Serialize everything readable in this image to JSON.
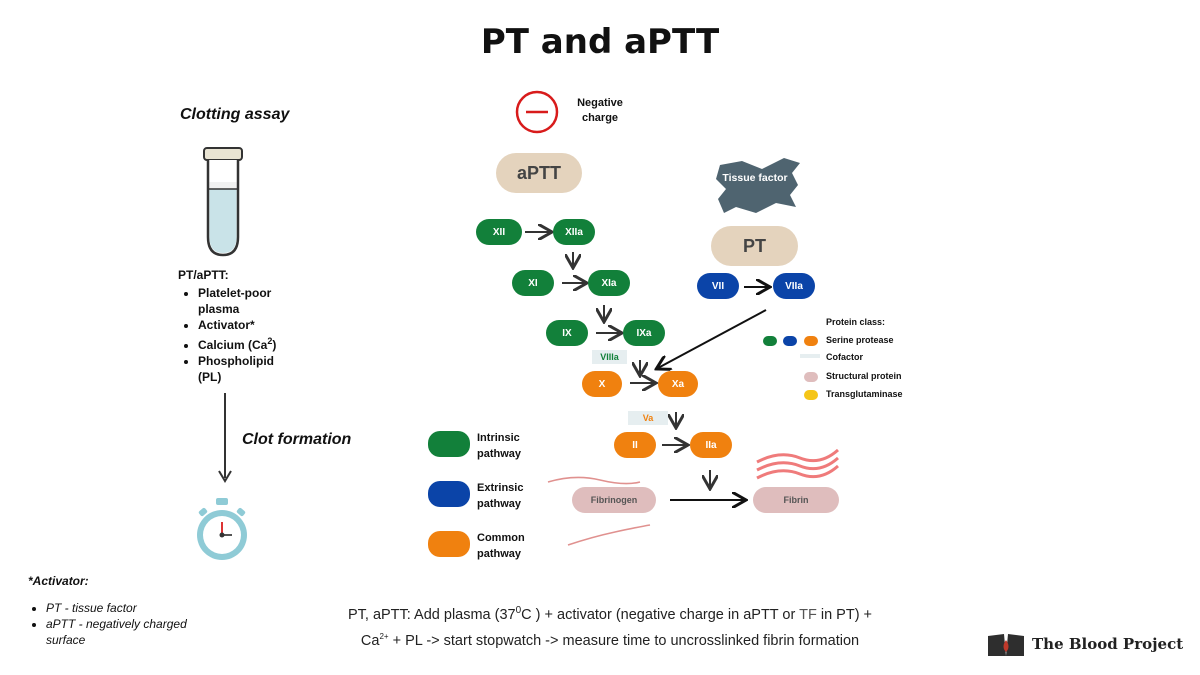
{
  "title": "PT and aPTT",
  "left": {
    "assay_title": "Clotting assay",
    "requirements_title": "PT/aPTT:",
    "requirements": [
      "Platelet-poor plasma",
      "Activator*",
      "Calcium (Ca",
      "Phospholipid (PL)"
    ],
    "calcium_sup": "2",
    "calcium_close": ")",
    "clot_label": "Clot formation"
  },
  "activator_note": {
    "title": "*Activator:",
    "items": [
      "PT - tissue factor",
      "aPTT - negatively charged surface"
    ]
  },
  "diagram": {
    "negative_charge": "Negative charge",
    "aptt": "aPTT",
    "pt": "PT",
    "tissue_factor": "Tissue factor",
    "factors": {
      "xii": "XII",
      "xiia": "XIIa",
      "xi": "XI",
      "xia": "XIa",
      "ix": "IX",
      "ixa": "IXa",
      "viiia": "VIIIa",
      "x": "X",
      "xa": "Xa",
      "va": "Va",
      "ii": "II",
      "iia": "IIa",
      "vii": "VII",
      "viia": "VIIa",
      "fibrinogen": "Fibrinogen",
      "fibrin": "Fibrin"
    }
  },
  "pathway_legend": [
    {
      "label": "Intrinsic pathway",
      "color": "#12803a"
    },
    {
      "label": "Extrinsic pathway",
      "color": "#0b44a8"
    },
    {
      "label": "Common pathway",
      "color": "#f0810f"
    }
  ],
  "protein_class": {
    "title": "Protein class:",
    "serine_protease": "Serine protease",
    "cofactor": "Cofactor",
    "structural": "Structural protein",
    "transglutaminase": "Transglutaminase"
  },
  "footer": {
    "line1_a": "PT, aPTT: Add plasma (37",
    "line1_sup": "0",
    "line1_b": "C ) + activator (negative charge in aPTT or",
    "line1_tf": "TF",
    "line1_c": "in PT) +",
    "line2_ca": "Ca",
    "line2_sup": "2+",
    "line2_rest": "+ PL -> start stopwatch -> measure time to uncrosslinked fibrin formation"
  },
  "brand": "The Blood Project",
  "colors": {
    "intrinsic": "#12803a",
    "extrinsic": "#0b44a8",
    "common": "#f0810f",
    "structural": "#dfbdbd",
    "cofactor": "#e6eef0",
    "transglutaminase": "#f5c518",
    "negative_charge": "#d81b1b",
    "tissue_factor": "#4f6470",
    "beige": "#e4d3bd"
  }
}
